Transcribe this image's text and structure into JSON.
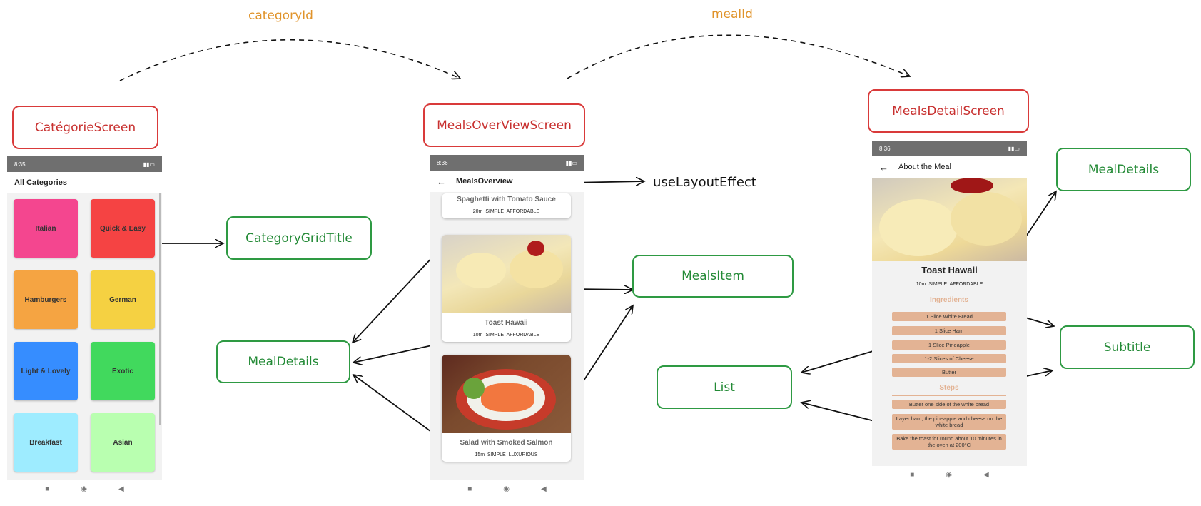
{
  "labels": {
    "category_id": "categoryId",
    "meal_id": "mealId",
    "use_layout_effect": "useLayoutEffect"
  },
  "screens": {
    "categories": "CatégorieScreen",
    "meals_overview": "MealsOverViewScreen",
    "meals_detail": "MealsDetailScreen"
  },
  "components": {
    "category_grid_title": "CategoryGridTitle",
    "meal_details_left": "MealDetails",
    "meals_item": "MealsItem",
    "list": "List",
    "meal_details_right": "MealDetails",
    "subtitle": "Subtitle"
  },
  "phone1": {
    "status_time": "8:35",
    "title": "All Categories",
    "categories": [
      {
        "label": "Italian",
        "color": "#f4468f"
      },
      {
        "label": "Quick & Easy",
        "color": "#f54343"
      },
      {
        "label": "Hamburgers",
        "color": "#f5a442"
      },
      {
        "label": "German",
        "color": "#f5d142"
      },
      {
        "label": "Light & Lovely",
        "color": "#368dff"
      },
      {
        "label": "Exotic",
        "color": "#41d95d"
      },
      {
        "label": "Breakfast",
        "color": "#9eecff"
      },
      {
        "label": "Asian",
        "color": "#b9ffb0"
      }
    ]
  },
  "phone2": {
    "status_time": "8:36",
    "title": "MealsOverview",
    "meals": [
      {
        "title": "Spaghetti with Tomato Sauce",
        "duration": "20m",
        "complexity": "SIMPLE",
        "affordability": "AFFORDABLE"
      },
      {
        "title": "Toast Hawaii",
        "duration": "10m",
        "complexity": "SIMPLE",
        "affordability": "AFFORDABLE"
      },
      {
        "title": "Salad with Smoked Salmon",
        "duration": "15m",
        "complexity": "SIMPLE",
        "affordability": "LUXURIOUS"
      }
    ]
  },
  "phone3": {
    "status_time": "8:36",
    "title": "About the Meal",
    "meal_title": "Toast Hawaii",
    "duration": "10m",
    "complexity": "SIMPLE",
    "affordability": "AFFORDABLE",
    "ingredients_title": "Ingredients",
    "ingredients": [
      "1 Slice White Bread",
      "1 Slice Ham",
      "1 Slice Pineapple",
      "1-2 Slices of Cheese",
      "Butter"
    ],
    "steps_title": "Steps",
    "steps": [
      "Butter one side of the white bread",
      "Layer ham, the pineapple and cheese on the white bread",
      "Bake the toast for round about 10 minutes in the oven at 200°C"
    ]
  }
}
